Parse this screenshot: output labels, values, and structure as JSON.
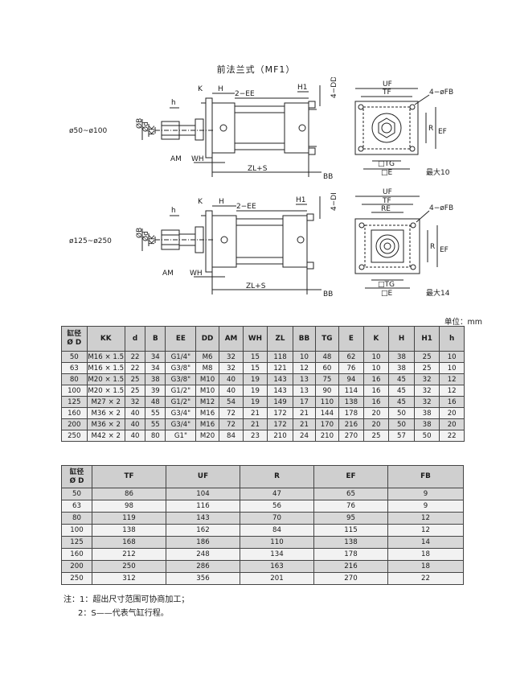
{
  "title": "前法兰式（MF1）",
  "drawing_top": {
    "range_label": "ø50~ø100",
    "labels": {
      "K": "K",
      "H": "H",
      "EE": "2−EE",
      "H1": "H1",
      "DD": "4−DD",
      "h": "h",
      "ØB": "ØB",
      "Ød": "Ød",
      "KK": "KK",
      "AM": "AM",
      "WH": "WH",
      "ZLS": "ZL+S",
      "BB": "BB"
    },
    "end_labels": {
      "UF": "UF",
      "TF": "TF",
      "FB": "4−øFB",
      "R": "R",
      "EF": "EF",
      "TG": "□TG",
      "E": "□E",
      "max": "最大10"
    }
  },
  "drawing_bottom": {
    "range_label": "ø125~ø250",
    "labels": {
      "K": "K",
      "H": "H",
      "EE": "2−EE",
      "H1": "H1",
      "DD": "4−DD",
      "h": "h",
      "ØB": "ØB",
      "Ød": "Ød",
      "KK": "KK",
      "AM": "AM",
      "WH": "WH",
      "ZLS": "ZL+S",
      "BB": "BB"
    },
    "end_labels": {
      "UF": "UF",
      "TF": "TF",
      "RE": "RE",
      "FB": "4−øFB",
      "R": "R",
      "EF": "EF",
      "TG": "□TG",
      "E": "□E",
      "max": "最大14"
    }
  },
  "unit": "单位：mm",
  "table1": {
    "header_bore": [
      "缸径",
      "Ø D"
    ],
    "headers": [
      "KK",
      "d",
      "B",
      "EE",
      "DD",
      "AM",
      "WH",
      "ZL",
      "BB",
      "TG",
      "E",
      "K",
      "H",
      "H1",
      "h"
    ],
    "rows": [
      [
        "50",
        "M16 × 1.5",
        "22",
        "34",
        "G1/4\"",
        "M6",
        "32",
        "15",
        "118",
        "10",
        "48",
        "62",
        "10",
        "38",
        "25",
        "10"
      ],
      [
        "63",
        "M16 × 1.5",
        "22",
        "34",
        "G3/8\"",
        "M8",
        "32",
        "15",
        "121",
        "12",
        "60",
        "76",
        "10",
        "38",
        "25",
        "10"
      ],
      [
        "80",
        "M20 × 1.5",
        "25",
        "38",
        "G3/8\"",
        "M10",
        "40",
        "19",
        "143",
        "13",
        "75",
        "94",
        "16",
        "45",
        "32",
        "12"
      ],
      [
        "100",
        "M20 × 1.5",
        "25",
        "39",
        "G1/2\"",
        "M10",
        "40",
        "19",
        "143",
        "13",
        "90",
        "114",
        "16",
        "45",
        "32",
        "12"
      ],
      [
        "125",
        "M27 × 2",
        "32",
        "48",
        "G1/2\"",
        "M12",
        "54",
        "19",
        "149",
        "17",
        "110",
        "138",
        "16",
        "45",
        "32",
        "16"
      ],
      [
        "160",
        "M36 × 2",
        "40",
        "55",
        "G3/4\"",
        "M16",
        "72",
        "21",
        "172",
        "21",
        "144",
        "178",
        "20",
        "50",
        "38",
        "20"
      ],
      [
        "200",
        "M36 × 2",
        "40",
        "55",
        "G3/4\"",
        "M16",
        "72",
        "21",
        "172",
        "21",
        "170",
        "216",
        "20",
        "50",
        "38",
        "20"
      ],
      [
        "250",
        "M42 × 2",
        "40",
        "80",
        "G1\"",
        "M20",
        "84",
        "23",
        "210",
        "24",
        "210",
        "270",
        "25",
        "57",
        "50",
        "22"
      ]
    ]
  },
  "table2": {
    "header_bore": [
      "缸径",
      "Ø D"
    ],
    "headers": [
      "TF",
      "UF",
      "R",
      "EF",
      "FB"
    ],
    "rows": [
      [
        "50",
        "86",
        "104",
        "47",
        "65",
        "9"
      ],
      [
        "63",
        "98",
        "116",
        "56",
        "76",
        "9"
      ],
      [
        "80",
        "119",
        "143",
        "70",
        "95",
        "12"
      ],
      [
        "100",
        "138",
        "162",
        "84",
        "115",
        "12"
      ],
      [
        "125",
        "168",
        "186",
        "110",
        "138",
        "14"
      ],
      [
        "160",
        "212",
        "248",
        "134",
        "178",
        "18"
      ],
      [
        "200",
        "250",
        "286",
        "163",
        "216",
        "18"
      ],
      [
        "250",
        "312",
        "356",
        "201",
        "270",
        "22"
      ]
    ]
  },
  "notes": [
    "注：1：超出尺寸范围可协商加工；",
    "2：S——代表气缸行程。"
  ],
  "colors": {
    "grid": "#444444",
    "header_bg": "#cfcfcf",
    "row_dark": "#d8d8d8",
    "row_light": "#f2f2f2",
    "ink": "#1a1a1a"
  }
}
